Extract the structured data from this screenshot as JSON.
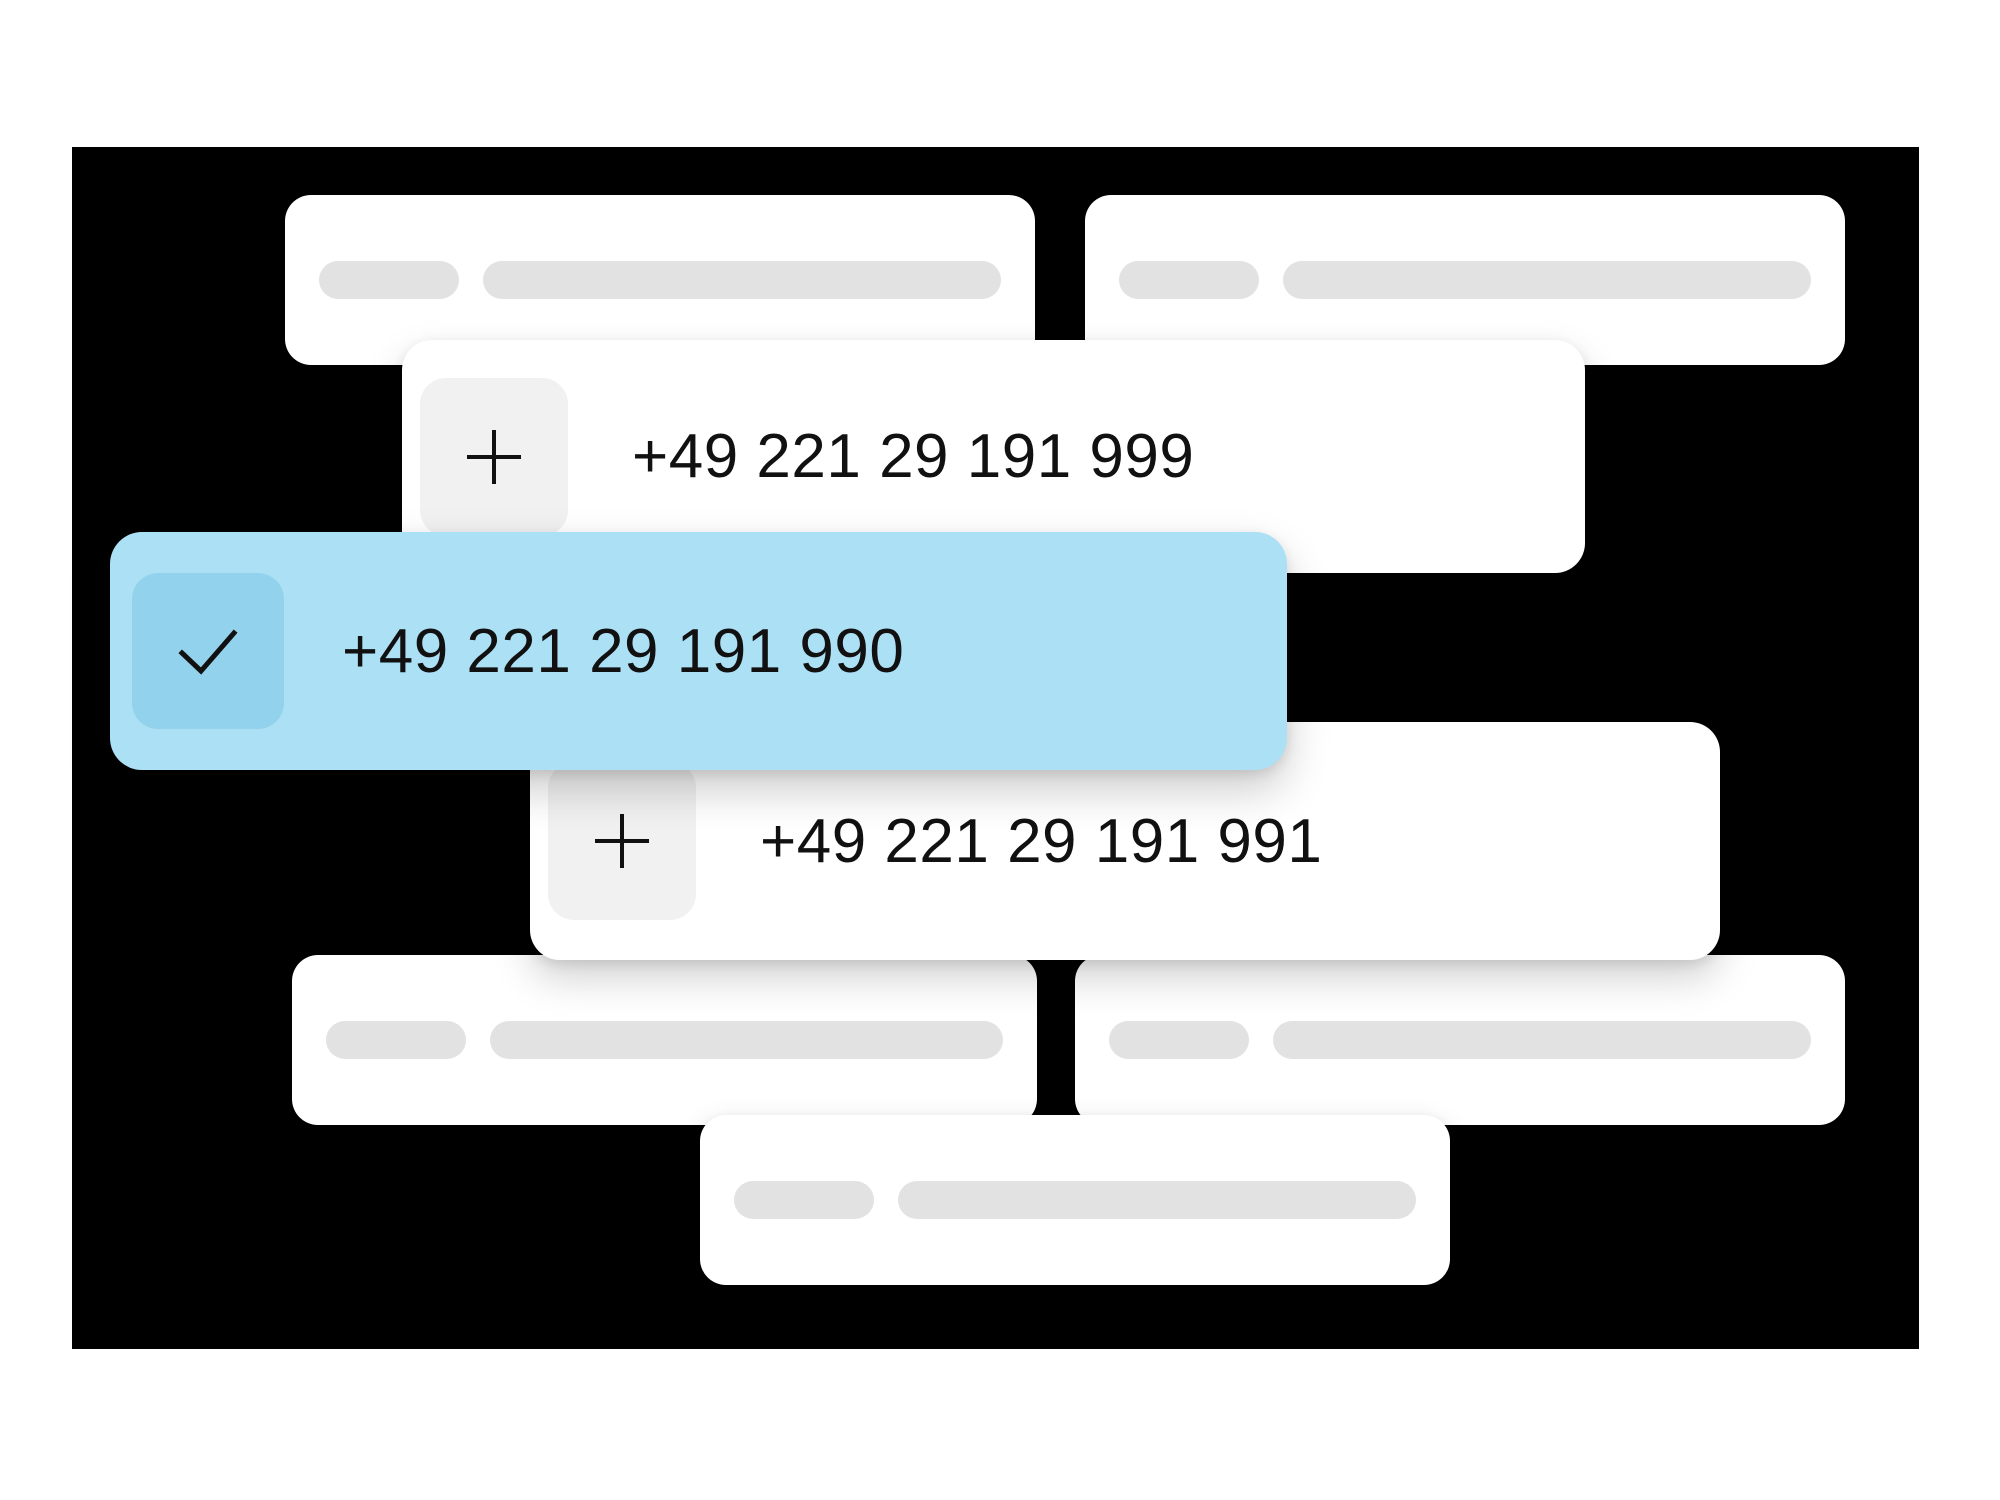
{
  "page": {
    "background": "#ffffff",
    "stage_background": "#000000"
  },
  "colors": {
    "card_bg": "#ffffff",
    "selected_bg": "#ace0f5",
    "selected_icon_bg": "#93d2ec",
    "icon_box_bg": "#f1f1f1",
    "skeleton_pill": "#e2e2e2",
    "text": "#111111"
  },
  "skeleton_cards": [
    {
      "name": "top-left",
      "pill_short": "",
      "pill_long": ""
    },
    {
      "name": "top-right",
      "pill_short": "",
      "pill_long": ""
    },
    {
      "name": "bottom-left",
      "pill_short": "",
      "pill_long": ""
    },
    {
      "name": "bottom-right",
      "pill_short": "",
      "pill_long": ""
    },
    {
      "name": "bottom-mid",
      "pill_short": "",
      "pill_long": ""
    }
  ],
  "number_rows": [
    {
      "id": "row-999",
      "number": "+49 221 29 191 999",
      "icon": "plus-icon",
      "selected": false
    },
    {
      "id": "row-990",
      "number": "+49 221 29 191 990",
      "icon": "check-icon",
      "selected": true
    },
    {
      "id": "row-991",
      "number": "+49 221 29 191 991",
      "icon": "plus-icon",
      "selected": false
    }
  ]
}
